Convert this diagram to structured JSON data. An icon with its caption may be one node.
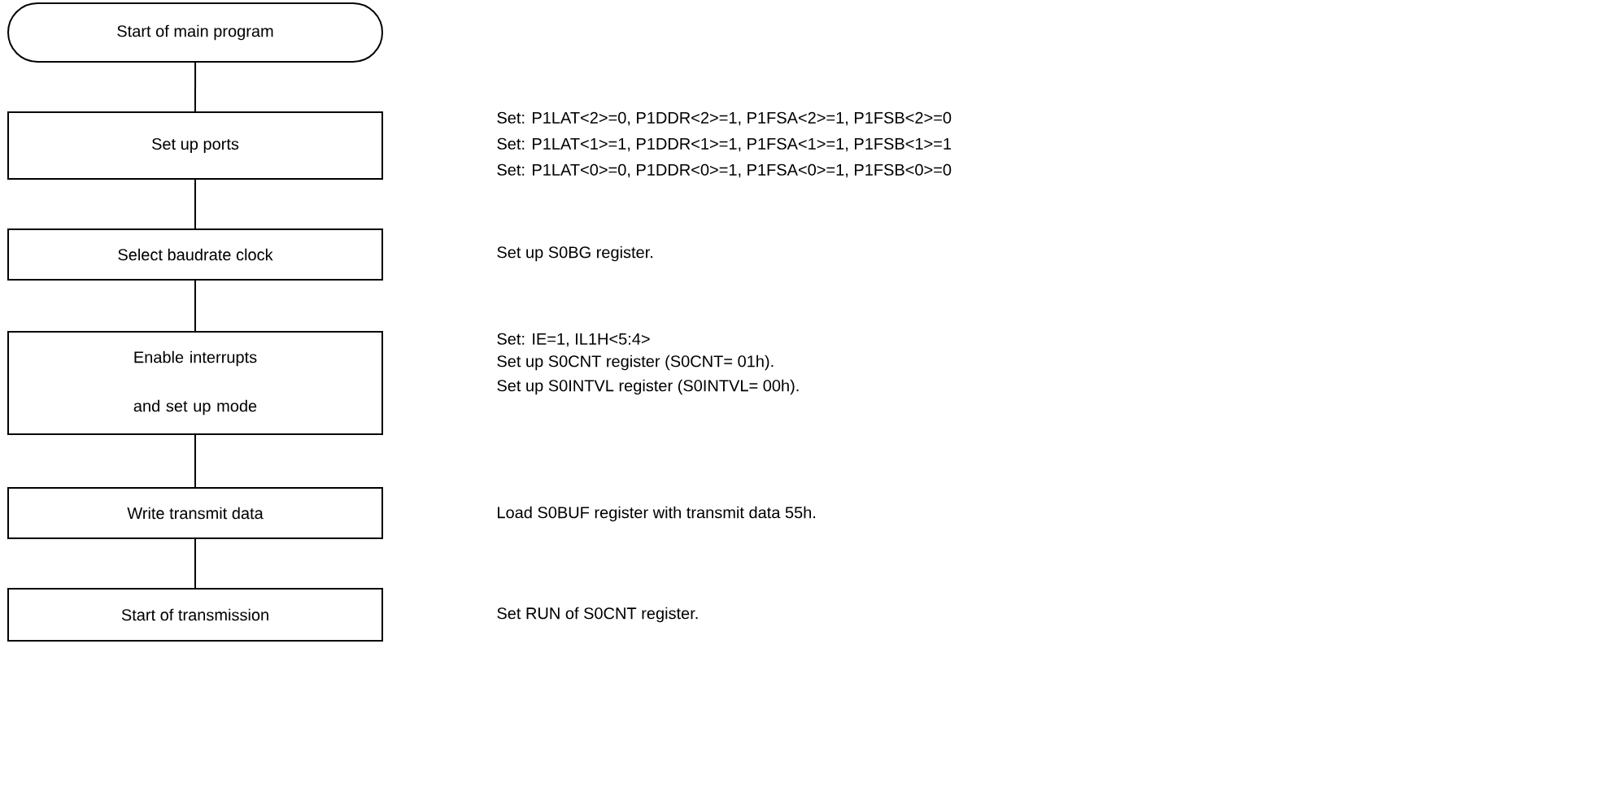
{
  "diagram": {
    "nodes": [
      {
        "text": [
          "Start of main program"
        ]
      },
      {
        "text": [
          "Set up ports"
        ]
      },
      {
        "text": [
          "Select baudrate clock"
        ]
      },
      {
        "text": [
          "Enable interrupts and set up mode"
        ]
      },
      {
        "text": [
          "Write transmit data"
        ]
      },
      {
        "text": [
          "Start of transmission"
        ]
      }
    ],
    "edges": [
      {
        "from": 0,
        "to": 1,
        "arrow": "none"
      },
      {
        "from": 1,
        "to": 2,
        "arrow": "none"
      },
      {
        "from": 2,
        "to": 3,
        "arrow": "none"
      },
      {
        "from": 3,
        "to": 4,
        "arrow": "none"
      },
      {
        "from": 4,
        "to": 5,
        "arrow": "none"
      }
    ],
    "labels": [
      "Set: P1LAT<2>=0, P1DDR<2>=1, P1FSA<2>=1, P1FSB<2>=0",
      "Set: P1LAT<1>=1, P1DDR<1>=1, P1FSA<1>=1, P1FSB<1>=1",
      "Set: P1LAT<0>=0, P1DDR<0>=1, P1FSA<0>=1, P1FSB<0>=0",
      "Set up S0BG register.",
      "Set: IE=1, IL1H<5:4>",
      "Set up S0CNT register (S0CNT= 01h).",
      "Set up S0INTVL register (S0INTVL= 00h).",
      "Load S0BUF register with transmit data 55h.",
      "Set RUN of S0CNT register."
    ]
  }
}
